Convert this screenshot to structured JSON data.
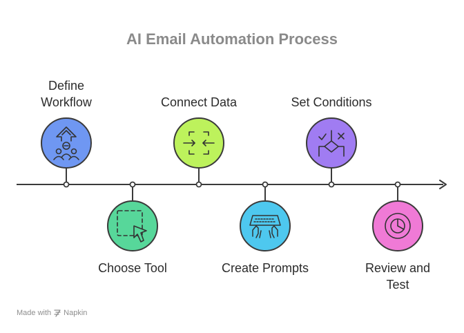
{
  "title": "AI Email Automation Process",
  "steps": [
    {
      "label": "Define\nWorkflow",
      "icon": "workflow-tree-icon",
      "color": "#6f97f2",
      "position": "above"
    },
    {
      "label": "Choose Tool",
      "icon": "cursor-select-icon",
      "color": "#57d79a",
      "position": "below"
    },
    {
      "label": "Connect Data",
      "icon": "connect-arrows-icon",
      "color": "#bdf25c",
      "position": "above"
    },
    {
      "label": "Create Prompts",
      "icon": "keyboard-hands-icon",
      "color": "#4ec8ef",
      "position": "below"
    },
    {
      "label": "Set Conditions",
      "icon": "decision-icon",
      "color": "#a07cf2",
      "position": "above"
    },
    {
      "label": "Review and\nTest",
      "icon": "pie-chart-icon",
      "color": "#f07ad6",
      "position": "below"
    }
  ],
  "footer": {
    "made_with": "Made with",
    "brand": "Napkin"
  }
}
